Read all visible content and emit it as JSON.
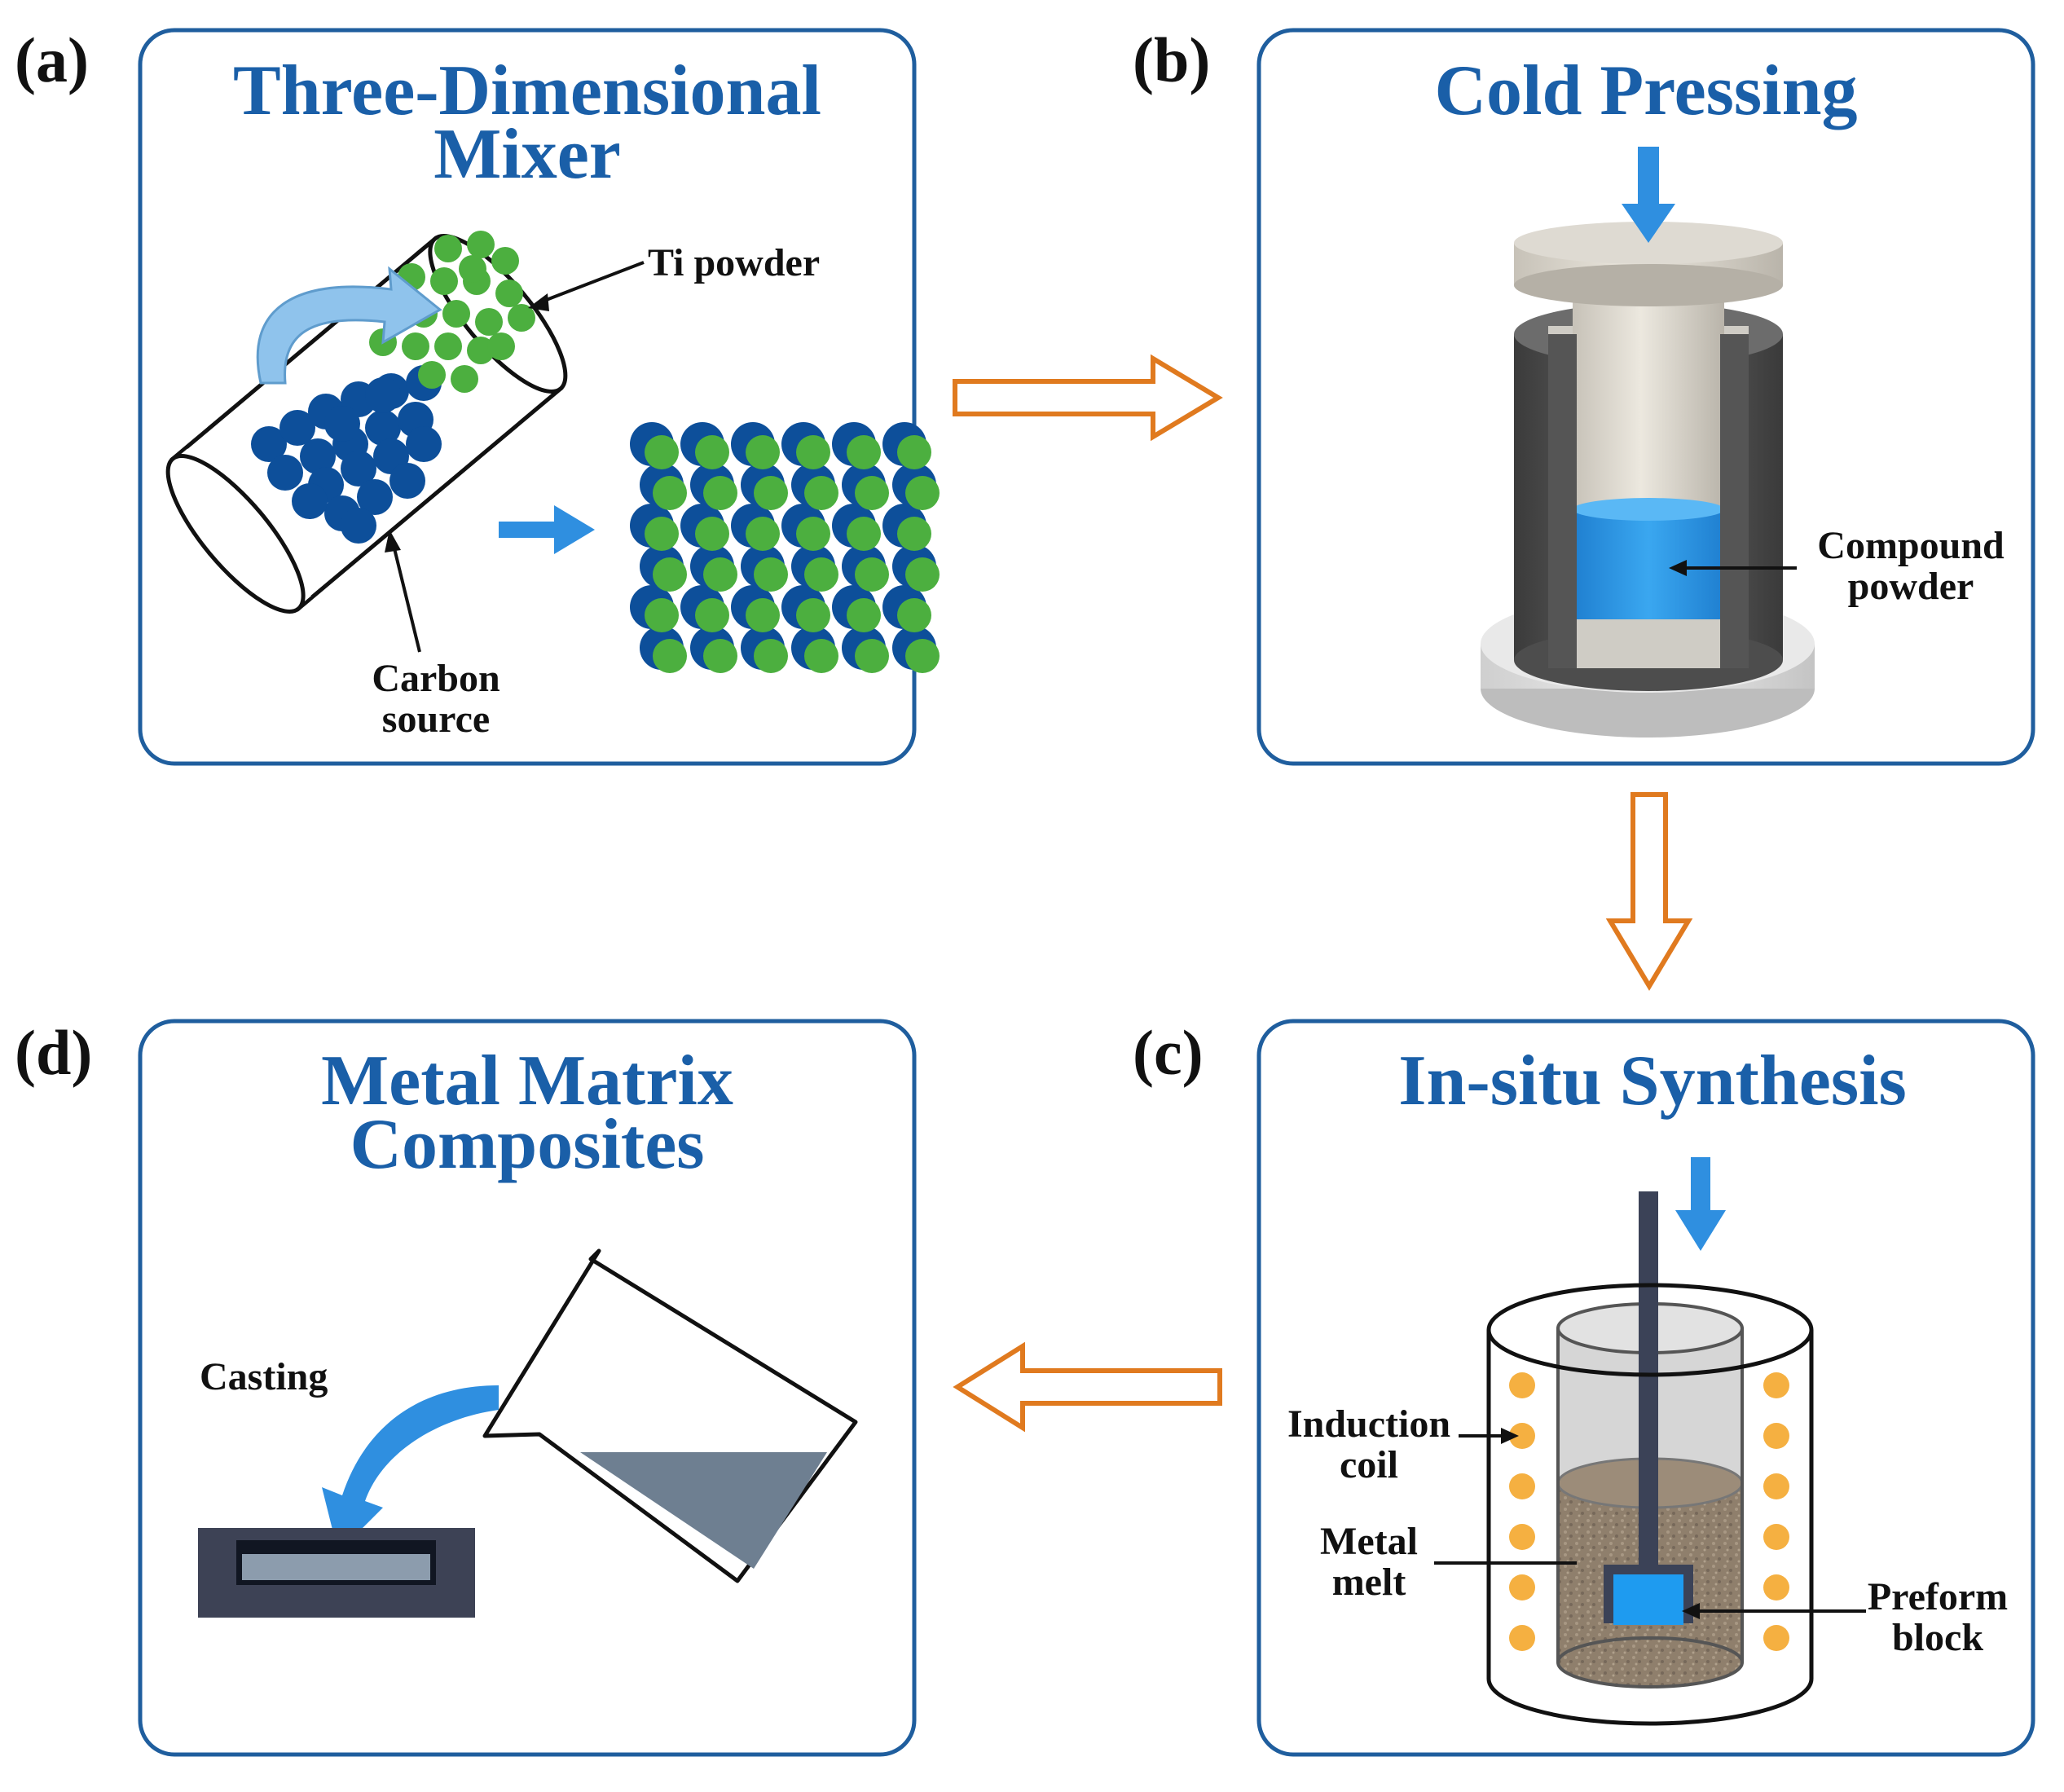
{
  "colors": {
    "title": "#1a5fa8",
    "frame": "#1f5e9e",
    "flow_arrow": "#e07a1f",
    "blue_arrow": "#2f8fe0",
    "ti_powder": "#4caf3f",
    "carbon": "#0d4f9a",
    "compound_powder": "#2a9ae8",
    "coil": "#f5b041",
    "melt": "#8c7d6c",
    "mold": "#3d4255",
    "liquid": "#6e7f91"
  },
  "panels": {
    "a": {
      "label": "(a)",
      "title_line1": "Three-Dimensional",
      "title_line2": "Mixer",
      "ti_powder": "Ti powder",
      "carbon_line1": "Carbon",
      "carbon_line2": "source"
    },
    "b": {
      "label": "(b)",
      "title": "Cold Pressing",
      "compound_line1": "Compound",
      "compound_line2": "powder"
    },
    "c": {
      "label": "(c)",
      "title": "In-situ Synthesis",
      "induction_line1": "Induction",
      "induction_line2": "coil",
      "melt_line1": "Metal",
      "melt_line2": "melt",
      "preform_line1": "Preform",
      "preform_line2": "block"
    },
    "d": {
      "label": "(d)",
      "title_line1": "Metal Matrix",
      "title_line2": "Composites",
      "casting": "Casting"
    }
  }
}
